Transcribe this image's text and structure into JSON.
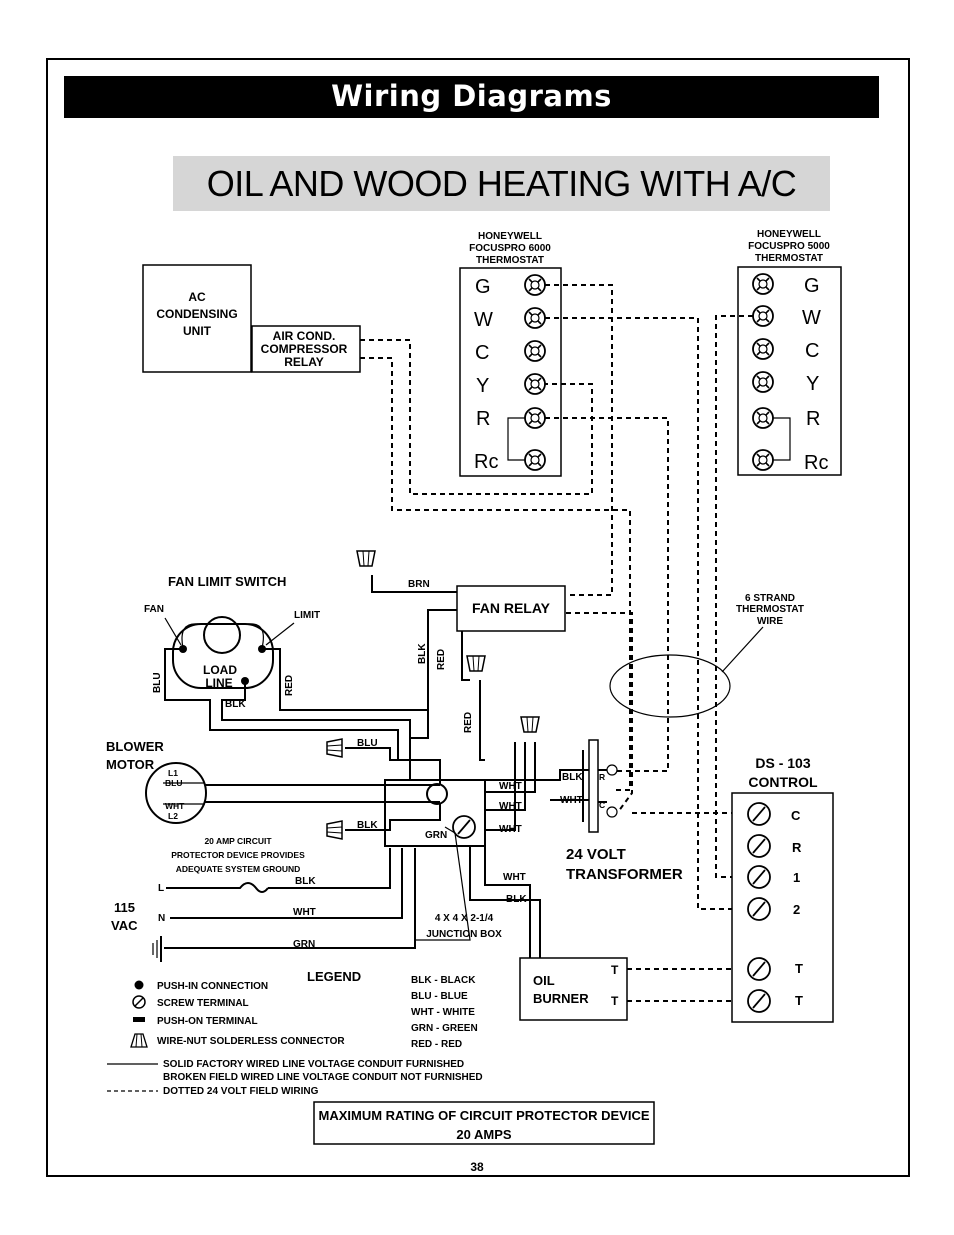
{
  "page": {
    "header": "Wiring Diagrams",
    "title": "OIL AND WOOD HEATING WITH A/C",
    "page_number": "38"
  },
  "thermostat_left": {
    "label_lines": [
      "HONEYWELL",
      "FOCUSPRO 6000",
      "THERMOSTAT"
    ],
    "terminals": [
      "G",
      "W",
      "C",
      "Y",
      "R",
      "Rc"
    ]
  },
  "thermostat_right": {
    "label_lines": [
      "HONEYWELL",
      "FOCUSPRO 5000",
      "THERMOSTAT"
    ],
    "terminals": [
      "G",
      "W",
      "C",
      "Y",
      "R",
      "Rc"
    ]
  },
  "ac_unit": {
    "label_lines": [
      "AC",
      "CONDENSING",
      "UNIT"
    ],
    "relay_lines": [
      "AIR COND.",
      "COMPRESSOR",
      "RELAY"
    ]
  },
  "fan_limit": {
    "title": "FAN LIMIT SWITCH",
    "fan": "FAN",
    "limit": "LIMIT",
    "load": "LOAD",
    "line": "LINE"
  },
  "fan_relay": "FAN RELAY",
  "thermostat_wire_lines": [
    "6 STRAND",
    "THERMOSTAT",
    "WIRE"
  ],
  "blower": {
    "label_lines": [
      "BLOWER",
      "MOTOR"
    ],
    "l1": "L1",
    "l1_color": "BLU",
    "l2_color": "WHT",
    "l2": "L2"
  },
  "protector_note_lines": [
    "20 AMP CIRCUIT",
    "PROTECTOR DEVICE PROVIDES",
    "ADEQUATE SYSTEM GROUND"
  ],
  "supply": {
    "voltage_lines": [
      "115",
      "VAC"
    ],
    "l": "L",
    "n": "N"
  },
  "junction_box_lines": [
    "4 X 4 X 2-1/4",
    "JUNCTION BOX"
  ],
  "transformer": {
    "label_lines": [
      "24  VOLT",
      "TRANSFORMER"
    ],
    "r": "R",
    "c": "C"
  },
  "ds_control": {
    "title_lines": [
      "DS - 103",
      "CONTROL"
    ],
    "terminals": [
      "C",
      "R",
      "1",
      "2",
      "T",
      "T"
    ]
  },
  "oil_burner": {
    "label_lines": [
      "OIL",
      "BURNER"
    ],
    "t1": "T",
    "t2": "T"
  },
  "wire_labels": {
    "brn": "BRN",
    "blk": "BLK",
    "red": "RED",
    "blu": "BLU",
    "wht": "WHT",
    "grn": "GRN"
  },
  "legend": {
    "title": "LEGEND",
    "items": [
      "PUSH-IN CONNECTION",
      "SCREW TERMINAL",
      "PUSH-ON TERMINAL",
      "WIRE-NUT SOLDERLESS CONNECTOR"
    ],
    "colors": [
      "BLK - BLACK",
      "BLU - BLUE",
      "WHT - WHITE",
      "GRN - GREEN",
      "RED - RED"
    ],
    "lines": [
      "SOLID FACTORY WIRED LINE VOLTAGE CONDUIT FURNISHED",
      "BROKEN FIELD WIRED LINE VOLTAGE CONDUIT NOT FURNISHED",
      "DOTTED 24 VOLT FIELD WIRING"
    ]
  },
  "rating_lines": [
    "MAXIMUM RATING OF CIRCUIT PROTECTOR DEVICE",
    "20 AMPS"
  ]
}
